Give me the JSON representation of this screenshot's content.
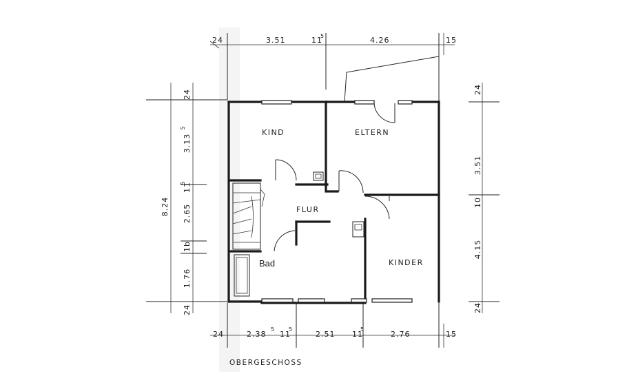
{
  "title": "OBERGESCHOSS",
  "rooms": {
    "kind": "KIND",
    "eltern": "ELTERN",
    "flur": "FLUR",
    "bad": "Bad",
    "kinder": "KINDER"
  },
  "dimensions": {
    "top": {
      "left_wall": "24",
      "seg1": "3.51",
      "seg2_base": "11",
      "seg2_sup": "5",
      "seg3": "4.26",
      "right_wall": "15"
    },
    "bottom": {
      "left_wall": "24",
      "seg1_base": "2.38",
      "seg1_sup": "5",
      "seg2_base": "11",
      "seg2_sup": "5",
      "seg3": "2.51",
      "seg4_base": "11",
      "seg4_sup": "5",
      "seg5": "2.76",
      "right_wall": "15"
    },
    "left": {
      "total": "8.24",
      "top_wall": "24",
      "seg1": "3.13",
      "seg1_sup": "5",
      "seg2_base": "11",
      "seg2_sup": "5",
      "seg3": "2.65",
      "seg4": "1b",
      "seg5": "1.76",
      "bottom_wall": "24"
    },
    "right": {
      "top_wall": "24",
      "seg1": "3.51",
      "seg2": "10",
      "seg3": "4.15",
      "bottom_wall": "24"
    }
  }
}
